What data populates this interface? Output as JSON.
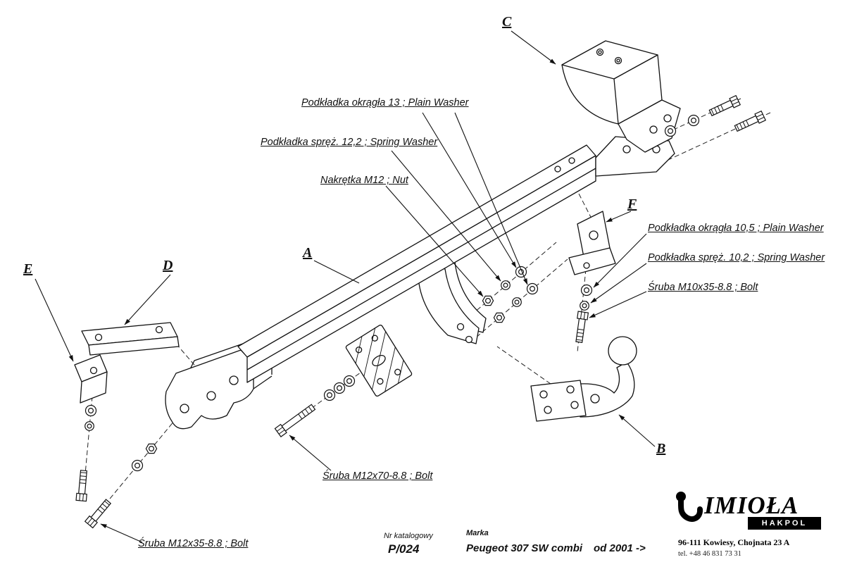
{
  "colors": {
    "line": "#111111",
    "background": "#ffffff",
    "logo_bar": "#000000"
  },
  "callouts": {
    "plain_washer_13": "Podkładka okrągła 13 ; Plain Washer",
    "spring_washer_12": "Podkładka spręż. 12,2 ; Spring Washer",
    "nut_m12": "Nakrętka M12 ; Nut",
    "plain_washer_105": "Podkładka okrągła 10,5 ; Plain Washer",
    "spring_washer_102": "Podkładka spręż. 10,2 ; Spring Washer",
    "bolt_m10x35": "Śruba M10x35-8.8   ;  Bolt",
    "bolt_m12x70": "Śruba M12x70-8.8   ;  Bolt",
    "bolt_m12x35": "Śruba M12x35-8.8   ;  Bolt"
  },
  "letters": {
    "a": "A",
    "b": "B",
    "c": "C",
    "d": "D",
    "e": "E",
    "f": "F"
  },
  "title_block": {
    "catalog_label": "Nr katalogowy",
    "catalog_number": "P/024",
    "brand_label": "Marka",
    "brand_value": "Peugeot 307 SW combi",
    "year_range": "od 2001 ->"
  },
  "brand": {
    "logo_icon": "tow-hook-icon",
    "logo_text": "IMIOŁA",
    "logo_sub": "HAKPOL",
    "address": "96-111 Kowiesy, Chojnata 23 A",
    "phone": "tel. +48 46 831 73 31"
  }
}
